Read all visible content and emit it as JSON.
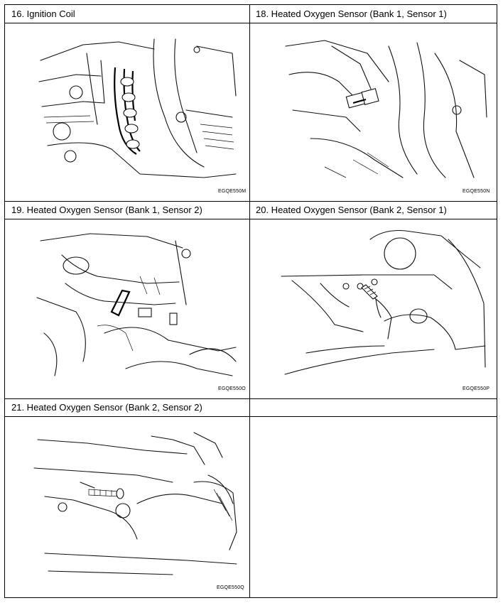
{
  "cells": [
    {
      "title": "16.  Ignition Coil",
      "code": "EGQE550M",
      "image": "ignition-coil-illustration"
    },
    {
      "title": "18.  Heated Oxygen Sensor (Bank 1, Sensor 1)",
      "code": "EGQE550N",
      "image": "oxygen-sensor-illustration"
    },
    {
      "title": "19.  Heated Oxygen Sensor (Bank 1, Sensor 2)",
      "code": "EGQE550O",
      "image": "oxygen-sensor-illustration"
    },
    {
      "title": "20.  Heated Oxygen Sensor (Bank 2, Sensor 1)",
      "code": "EGQE550P",
      "image": "oxygen-sensor-illustration"
    },
    {
      "title": "21.  Heated Oxygen Sensor (Bank 2, Sensor 2)",
      "code": "EGQE550Q",
      "image": "oxygen-sensor-illustration"
    }
  ]
}
